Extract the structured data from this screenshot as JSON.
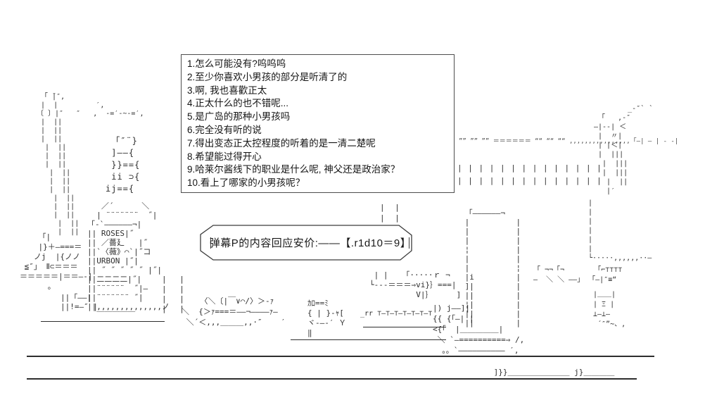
{
  "page": {
    "bg_color": "#ffffff",
    "ink_color": "#2e2e2e"
  },
  "choice_box": {
    "lines": [
      "1.怎么可能没有?呜呜呜",
      "2.至少你喜欢小男孩的部分是听清了的",
      "3.啊, 我也喜歡正太",
      "4.正太什么的也不错呢...",
      "5.是广岛的那种小男孩吗",
      "6.完全没有听的说",
      "7.得出变态正太控程度的听着的是一清二楚呢",
      "8.希望能过得开心",
      "9.哈莱尔酱线下的职业是什么呢, 神父还是政治家？",
      "10.看上了哪家的小男孩呢？"
    ]
  },
  "banner": {
    "text": "弹幕P的内容回应安价:——【.r1d10＝9】"
  },
  "ascii_art": {
    "left_pole": "  「 ̄|″,\n  |  |         ′,\n 〔 〕|″   ″   ,  ‐=′‐~‐=′,\n  |  ||\n  |  ||\n  |  ||\n   |  ||\n   |  ||\n   |  ||\n    |  ||\n    |  ||\n    |  ||\n     |  ||\n     |  ||\n     |  ||\n      |  ||\n      |  ||",
    "bottle_neck": " 「″¨}\n ]——{\n }}=={\n ii ⊃{\nij=={",
    "bottle_body": "   ／´      ＼\n  | ¨¨¨¨¨¨¨  ˝|\n「‐`——————¬|\n|| ROSES|˝\n|| ／薔廴   |˝\n||`〈薇》⌒`|˝コ\n||URBON |˝|\n|| ˝ ˝ ˝ ˝ ˝ |˝|\n||二二二二|˝|\n||¨¨¨¨¨¨  ˝|—\n||¨¨¨¨¨¨¨ ˝|\n||,,,,,,,,,,,,,,ノ\n  ￣￣￣￣￣",
    "left_structure": "    「|\n    |}＋—===＝\n   ノj  |{ノノ\n ≦″」 Ⅱ⊂＝＝＝\n＝＝＝＝＝|＝＝—‐|\n      。",
    "left_base": "||「——|\n||!=—″ |",
    "side_column": "| |\n| |\n| |\n| |",
    "quote_row": "”” ”” ”” ＝＝＝＝＝＝ ““ ““ ““ ,,,,,,,,,,,,,,,,「—| — | ‐ ‐|",
    "fence": "| | | | | | | | | | | | | |\n| | | | | | | | | | | | | |",
    "right_pole_top": "        _‐″` `\n 「   ,‐″\n—|--| ＜\n |  〃|\n | |＜|\n |  |||\n  |  |||\n  |  |||\n   |  ||\n   |′",
    "banner_posts": "| |\n| |",
    "building": " 「――――――¬\n |          |\n |          |\n |          |\n ¦          |\n |          |\n |          ¦\n |i         |\n ]|         |\n ||         |\n ¦|         |\n ||         |\n ||         |",
    "right_pole_base": "|\n|\n|\n|\n|\n|\n└·····,,,,,,··—",
    "right_sheds": "「 ¬¬「¬       「⌐⊤⊤⊤⊤\n—  ＼ ＼ ——」 「—|″≡“",
    "right_crates": "|＿＿|\n| Ξ |\n⊥—⊥—\n ´″”∼、,",
    "mid_arrow": " | |   「·····ｒ ¬\n└---＝＝＝⇒vi}｝===|\n          V|｝     ]",
    "rail": "_rr ⊤—⊤—⊤—⊤—⊤—⊤—⊤",
    "creature_left": "    〈＼〔|￣∨⌒/〉＞‐ｧ\n＼  {＞ｧ===＝——¬————ｧ—\n ＼´＜,,,＿＿＿,,·″    ′",
    "creature_mid": "ｶﾛ==ﾐ\n{ | }‐ｬ[\nヾ‐–‐′ Ｙ\n‖",
    "bottom_right_frame": "|) j——]|\n{{ {「—| |\n<{「  |＿＿＿＿＿|\n ＼ `—==========⇒ /,\n  。。`—————————— ′,\n",
    "ground_tail": " ]}}＿＿＿＿＿＿＿＿ j}＿＿＿＿"
  }
}
